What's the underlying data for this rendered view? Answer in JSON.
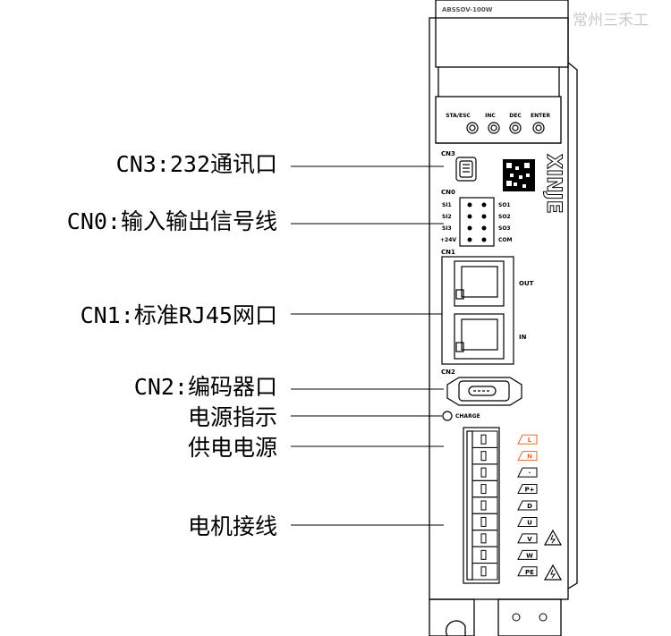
{
  "watermark": "常州三禾工",
  "device": {
    "model": "ABSSOV-100W",
    "buttons": [
      "STA/ESC",
      "INC",
      "DEC",
      "ENTER"
    ],
    "brand": "XINJE",
    "ports": {
      "cn3": "CN3",
      "cn0": "CN0",
      "cn1": "CN1",
      "cn2": "CN2"
    },
    "cn0_left": [
      "SI1",
      "SI2",
      "SI3",
      "+24V"
    ],
    "cn0_right": [
      "SO1",
      "SO2",
      "SO3",
      "COM"
    ],
    "cn1_ports": [
      "OUT",
      "IN"
    ],
    "charge_label": "CHARGE",
    "terminals": [
      "L",
      "N",
      "·",
      "P+",
      "D",
      "U",
      "V",
      "W",
      "PE"
    ]
  },
  "labels": {
    "cn3": "CN3:232通讯口",
    "cn0": "CN0:输入输出信号线",
    "cn1": "CN1:标准RJ45网口",
    "cn2": "CN2:编码器口",
    "charge": "电源指示",
    "power": "供电电源",
    "motor": "电机接线"
  },
  "colors": {
    "line": "#000000",
    "accent_orange": "#e06a2a",
    "watermark": "#c9c9c9"
  }
}
